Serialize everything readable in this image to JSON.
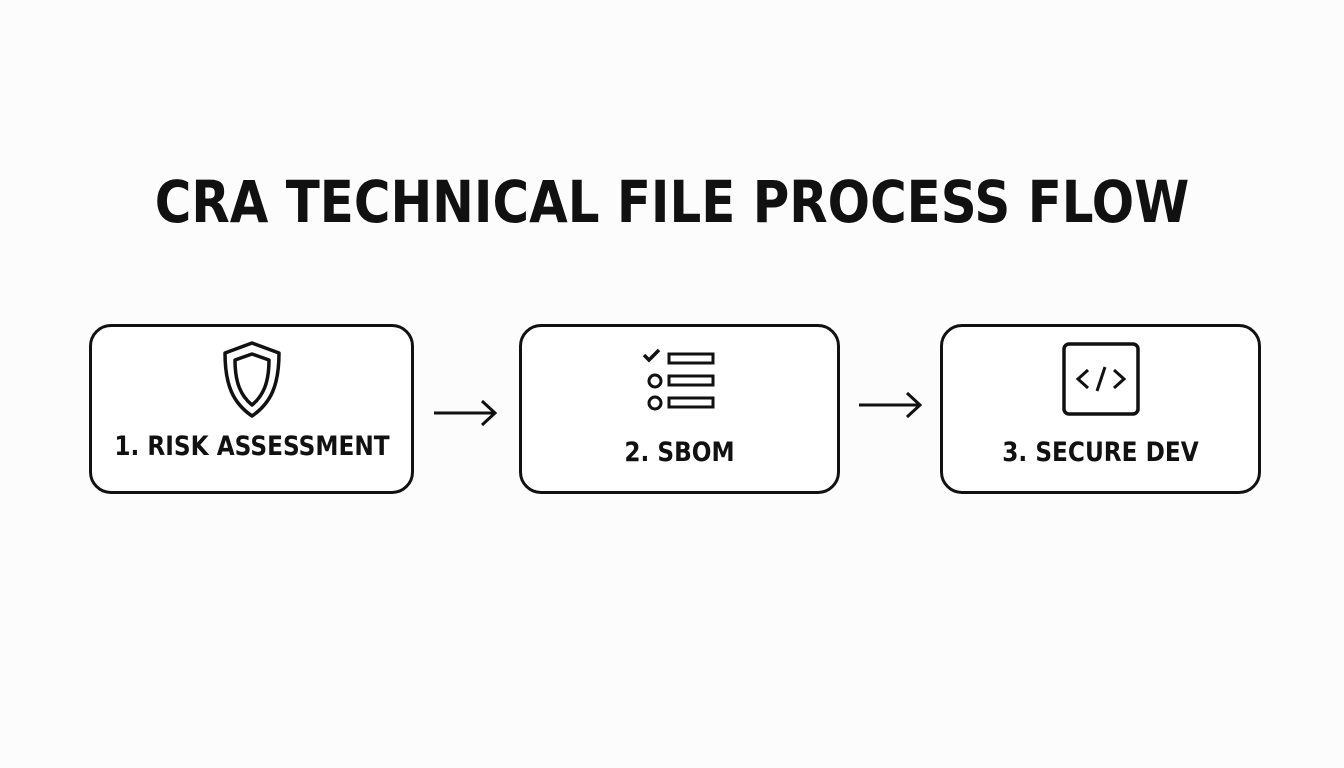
{
  "diagram": {
    "title": "CRA TECHNICAL FILE PROCESS FLOW",
    "steps": [
      {
        "label": "1. RISK ASSESSMENT",
        "icon": "shield-icon"
      },
      {
        "label": "2. SBOM",
        "icon": "checklist-icon"
      },
      {
        "label": "3. SECURE DEV",
        "icon": "code-icon"
      }
    ],
    "connectors": [
      {
        "from": "1. RISK ASSESSMENT",
        "to": "2. SBOM",
        "icon": "arrow-right-icon"
      },
      {
        "from": "2. SBOM",
        "to": "3. SECURE DEV",
        "icon": "arrow-right-icon"
      }
    ],
    "colors": {
      "ink": "#111111",
      "background": "#fcfcfc",
      "box_fill": "#ffffff"
    }
  }
}
